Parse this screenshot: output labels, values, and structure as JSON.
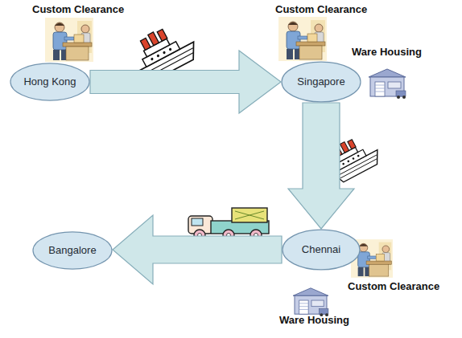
{
  "diagram": {
    "nodes": [
      {
        "text": [
          "Hong Kong"
        ]
      },
      {
        "text": [
          "Singapore"
        ]
      },
      {
        "text": [
          "Bangalore"
        ]
      },
      {
        "text": [
          "Chennai"
        ]
      }
    ],
    "edges": [
      {
        "from": 0,
        "to": 1,
        "arrow": "to"
      },
      {
        "from": 1,
        "to": 3,
        "arrow": "to"
      },
      {
        "from": 3,
        "to": 2,
        "arrow": "to"
      }
    ],
    "labels": [
      "Custom Clearance",
      "Custom Clearance",
      "Ware Housing",
      "Custom Clearance",
      "Ware Housing"
    ]
  }
}
